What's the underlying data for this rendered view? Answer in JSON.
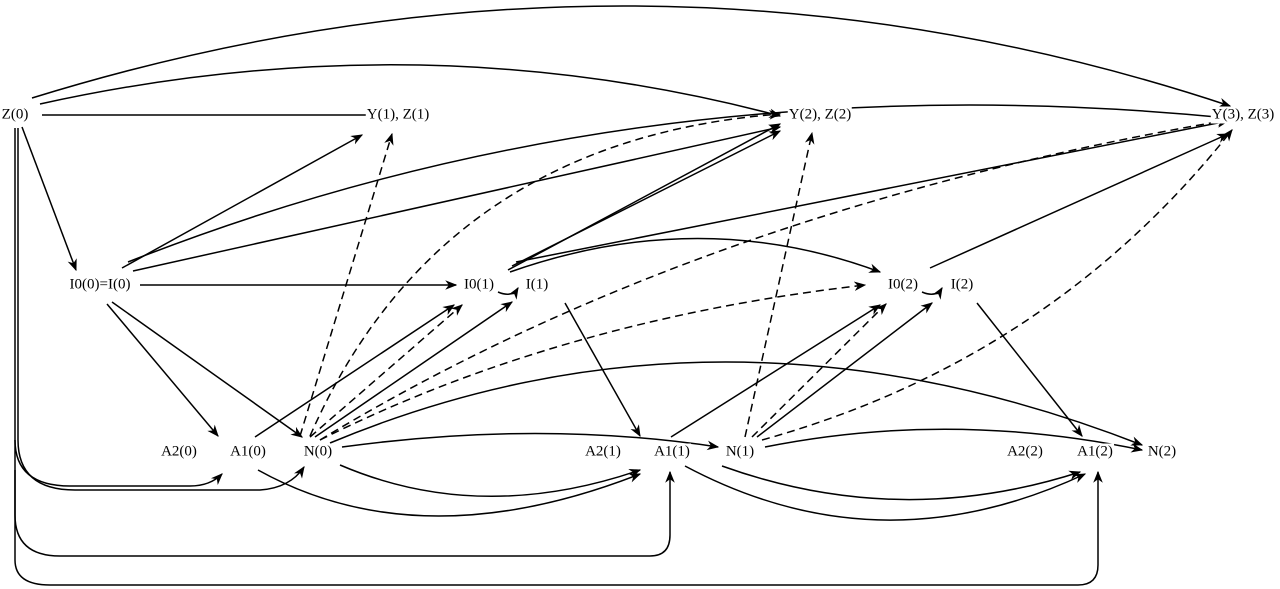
{
  "nodes": [
    {
      "id": "Z0",
      "label": "Z(0)"
    },
    {
      "id": "YZ1",
      "label": "Y(1), Z(1)"
    },
    {
      "id": "YZ2",
      "label": "Y(2), Z(2)"
    },
    {
      "id": "YZ3",
      "label": "Y(3), Z(3)"
    },
    {
      "id": "I00",
      "label": "I0(0)=I(0)"
    },
    {
      "id": "I01",
      "label": "I0(1)"
    },
    {
      "id": "I1",
      "label": "I(1)"
    },
    {
      "id": "I02",
      "label": "I0(2)"
    },
    {
      "id": "I2",
      "label": "I(2)"
    },
    {
      "id": "A20",
      "label": "A2(0)"
    },
    {
      "id": "A10",
      "label": "A1(0)"
    },
    {
      "id": "N0",
      "label": "N(0)"
    },
    {
      "id": "A21",
      "label": "A2(1)"
    },
    {
      "id": "A11",
      "label": "A1(1)"
    },
    {
      "id": "N1",
      "label": "N(1)"
    },
    {
      "id": "A22",
      "label": "A2(2)"
    },
    {
      "id": "A12",
      "label": "A1(2)"
    },
    {
      "id": "N2",
      "label": "N(2)"
    }
  ],
  "edges": [
    {
      "from": "Z0",
      "to": "YZ1",
      "style": "solid"
    },
    {
      "from": "Z0",
      "to": "YZ2",
      "style": "solid"
    },
    {
      "from": "Z0",
      "to": "YZ3",
      "style": "solid"
    },
    {
      "from": "Z0",
      "to": "I00",
      "style": "solid"
    },
    {
      "from": "Z0",
      "to": "A10",
      "style": "solid"
    },
    {
      "from": "Z0",
      "to": "N0",
      "style": "solid"
    },
    {
      "from": "Z0",
      "to": "A11",
      "style": "solid"
    },
    {
      "from": "Z0",
      "to": "A12",
      "style": "solid"
    },
    {
      "from": "I00",
      "to": "YZ1",
      "style": "solid"
    },
    {
      "from": "I00",
      "to": "YZ2",
      "style": "solid"
    },
    {
      "from": "I00",
      "to": "YZ3",
      "style": "solid"
    },
    {
      "from": "I00",
      "to": "I01",
      "style": "solid"
    },
    {
      "from": "I00",
      "to": "A10",
      "style": "solid"
    },
    {
      "from": "I00",
      "to": "N0",
      "style": "solid"
    },
    {
      "from": "A10",
      "to": "I01",
      "style": "solid"
    },
    {
      "from": "A10",
      "to": "A11",
      "style": "solid"
    },
    {
      "from": "N0",
      "to": "YZ1",
      "style": "dashed"
    },
    {
      "from": "N0",
      "to": "YZ2",
      "style": "dashed"
    },
    {
      "from": "N0",
      "to": "I01",
      "style": "dashed"
    },
    {
      "from": "N0",
      "to": "I1",
      "style": "solid"
    },
    {
      "from": "N0",
      "to": "I02",
      "style": "dashed"
    },
    {
      "from": "N0",
      "to": "YZ3",
      "style": "dashed"
    },
    {
      "from": "N0",
      "to": "N2",
      "style": "solid"
    },
    {
      "from": "N0",
      "to": "N1",
      "style": "solid"
    },
    {
      "from": "N0",
      "to": "A11",
      "style": "solid"
    },
    {
      "from": "I01",
      "to": "I1",
      "style": "solid"
    },
    {
      "from": "I01",
      "to": "YZ2",
      "style": "solid"
    },
    {
      "from": "I1",
      "to": "YZ2",
      "style": "solid"
    },
    {
      "from": "I01",
      "to": "YZ3",
      "style": "solid"
    },
    {
      "from": "I01",
      "to": "I02",
      "style": "solid"
    },
    {
      "from": "I1",
      "to": "A11",
      "style": "solid"
    },
    {
      "from": "A11",
      "to": "I02",
      "style": "solid"
    },
    {
      "from": "A11",
      "to": "A12",
      "style": "solid"
    },
    {
      "from": "N1",
      "to": "YZ2",
      "style": "dashed"
    },
    {
      "from": "N1",
      "to": "I02",
      "style": "dashed"
    },
    {
      "from": "N1",
      "to": "I2",
      "style": "solid"
    },
    {
      "from": "N1",
      "to": "YZ3",
      "style": "dashed"
    },
    {
      "from": "N1",
      "to": "N2",
      "style": "solid"
    },
    {
      "from": "N1",
      "to": "A12",
      "style": "solid"
    },
    {
      "from": "I02",
      "to": "I2",
      "style": "solid"
    },
    {
      "from": "I02",
      "to": "YZ3",
      "style": "solid"
    },
    {
      "from": "I2",
      "to": "A12",
      "style": "solid"
    }
  ]
}
